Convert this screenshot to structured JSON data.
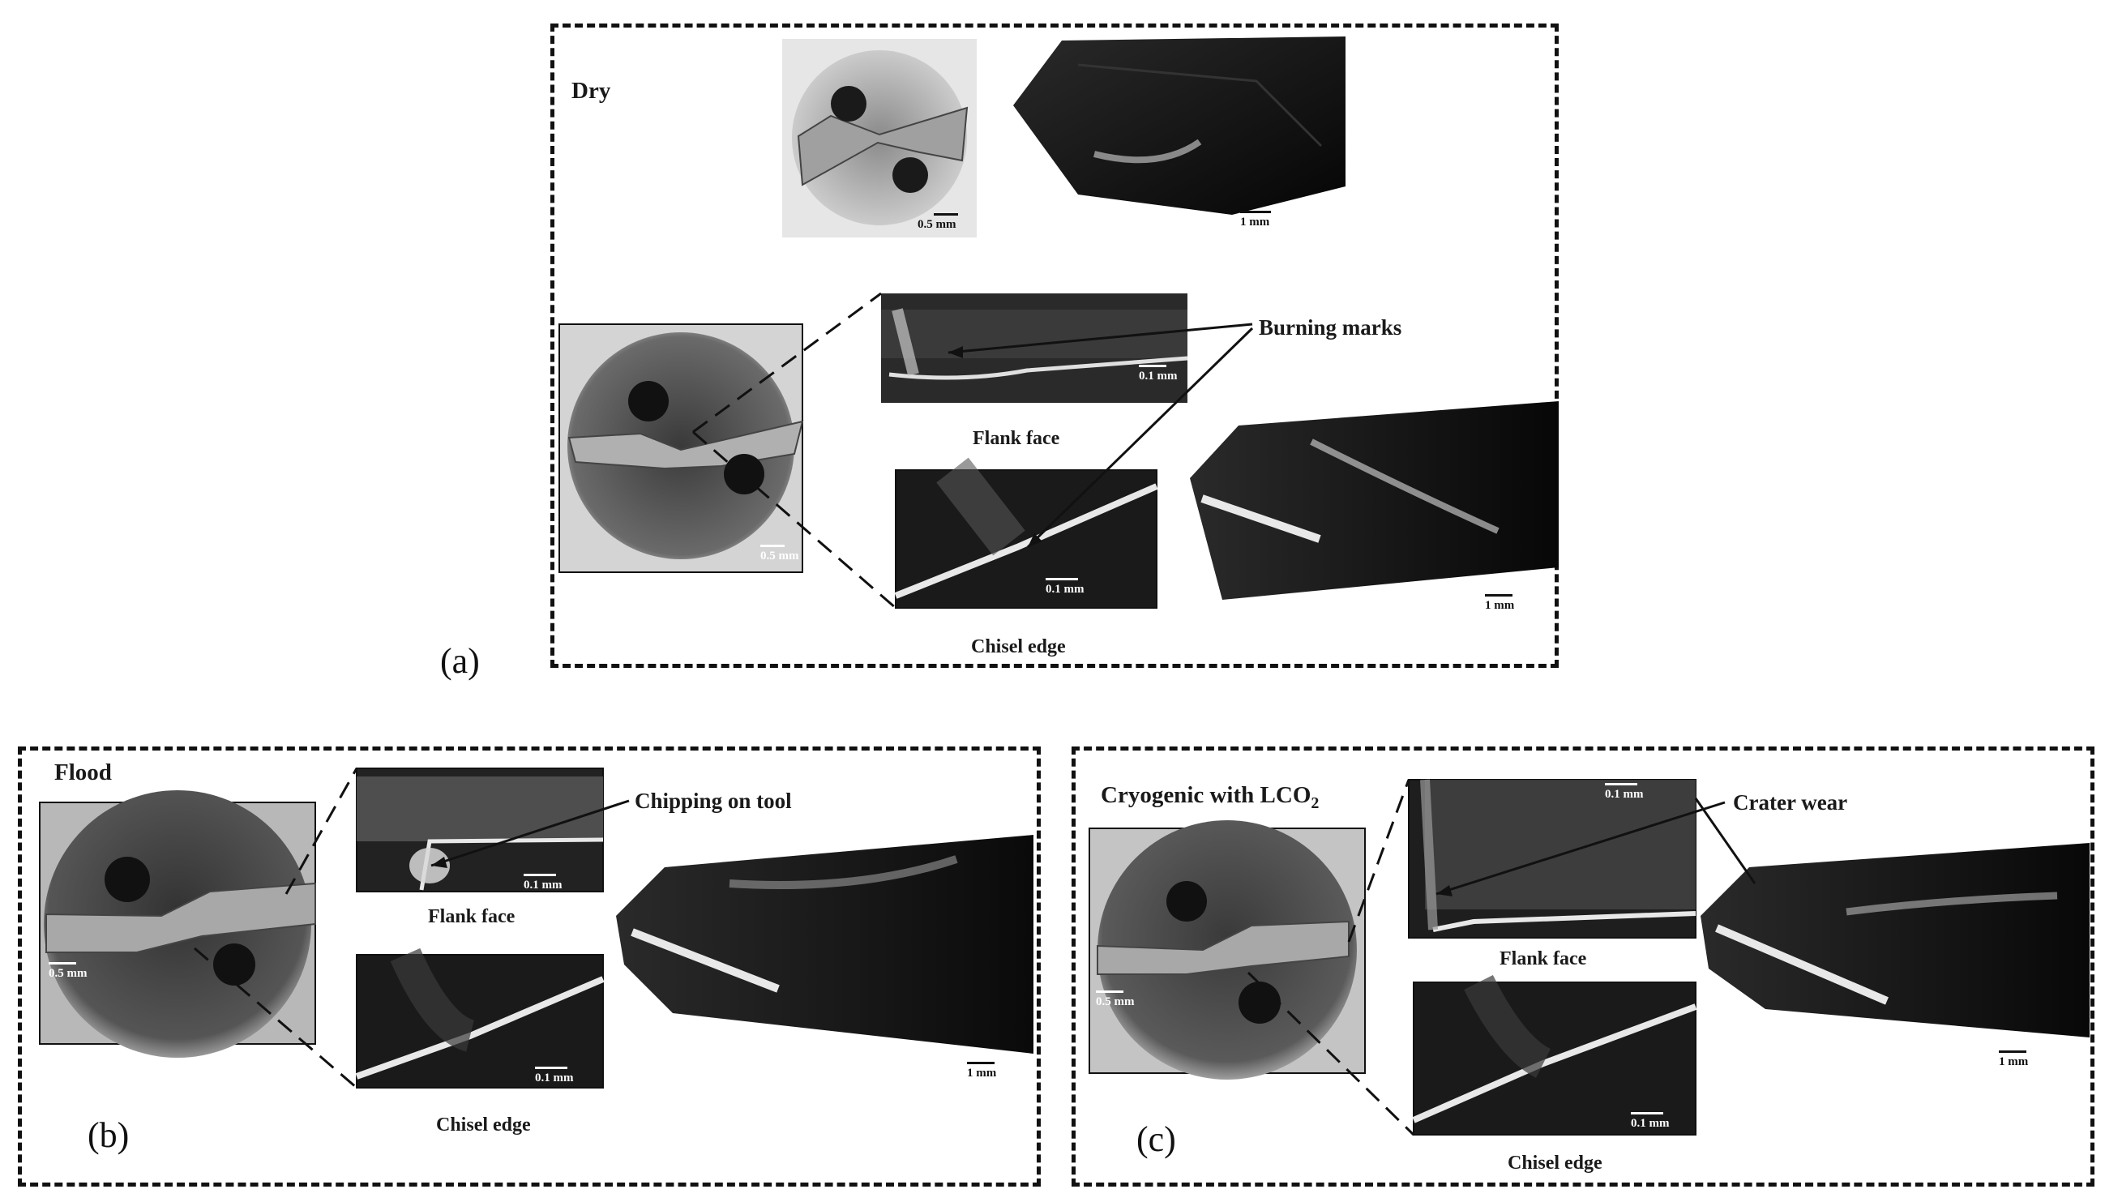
{
  "panels": {
    "a": {
      "letter": "(a)",
      "title": "Dry",
      "annotation": "Burning marks",
      "flank_face": "Flank face",
      "chisel_edge": "Chisel edge",
      "scales": {
        "top_face": "0.5 mm",
        "top_side": "1 mm",
        "main_face": "0.5 mm",
        "flank": "0.1 mm",
        "chisel": "0.1 mm",
        "side": "1 mm"
      }
    },
    "b": {
      "letter": "(b)",
      "title": "Flood",
      "annotation": "Chipping on tool",
      "flank_face": "Flank face",
      "chisel_edge": "Chisel edge",
      "scales": {
        "main_face": "0.5 mm",
        "flank": "0.1 mm",
        "chisel": "0.1 mm",
        "side": "1 mm"
      }
    },
    "c": {
      "letter": "(c)",
      "title": "Cryogenic with LCO",
      "title_sub": "2",
      "annotation": "Crater wear",
      "flank_face": "Flank face",
      "chisel_edge": "Chisel edge",
      "scales": {
        "main_face": "0.5 mm",
        "flank": "0.1 mm",
        "chisel": "0.1 mm",
        "side": "1 mm"
      }
    }
  }
}
